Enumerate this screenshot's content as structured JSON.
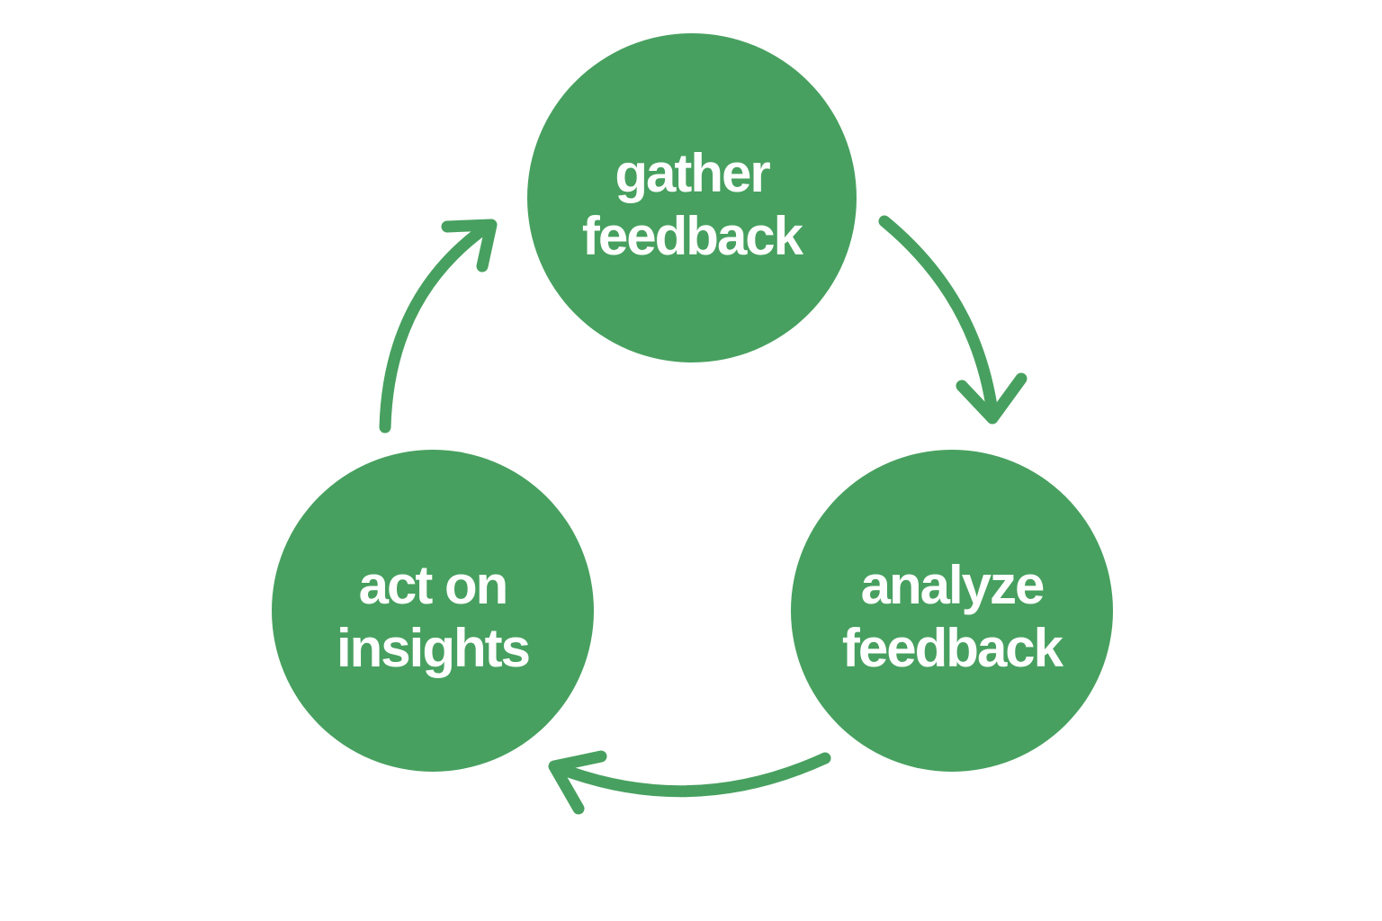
{
  "diagram": {
    "type": "cycle",
    "background_color": "#ffffff",
    "node_color": "#47a05f",
    "arrow_color": "#47a05f",
    "label_color": "#ffffff",
    "nodes": [
      {
        "id": "gather-feedback",
        "label": "gather feedback",
        "line1": "gather",
        "line2": "feedback",
        "position": "top"
      },
      {
        "id": "analyze-feedback",
        "label": "analyze feedback",
        "line1": "analyze",
        "line2": "feedback",
        "position": "bottom-right"
      },
      {
        "id": "act-on-insights",
        "label": "act on insights",
        "line1": "act on",
        "line2": "insights",
        "position": "bottom-left"
      }
    ],
    "arrows": [
      {
        "id": "gather-to-analyze",
        "from": "gather feedback",
        "to": "analyze feedback",
        "direction": "clockwise"
      },
      {
        "id": "analyze-to-act",
        "from": "analyze feedback",
        "to": "act on insights",
        "direction": "clockwise"
      },
      {
        "id": "act-to-gather",
        "from": "act on insights",
        "to": "gather feedback",
        "direction": "clockwise"
      }
    ]
  }
}
